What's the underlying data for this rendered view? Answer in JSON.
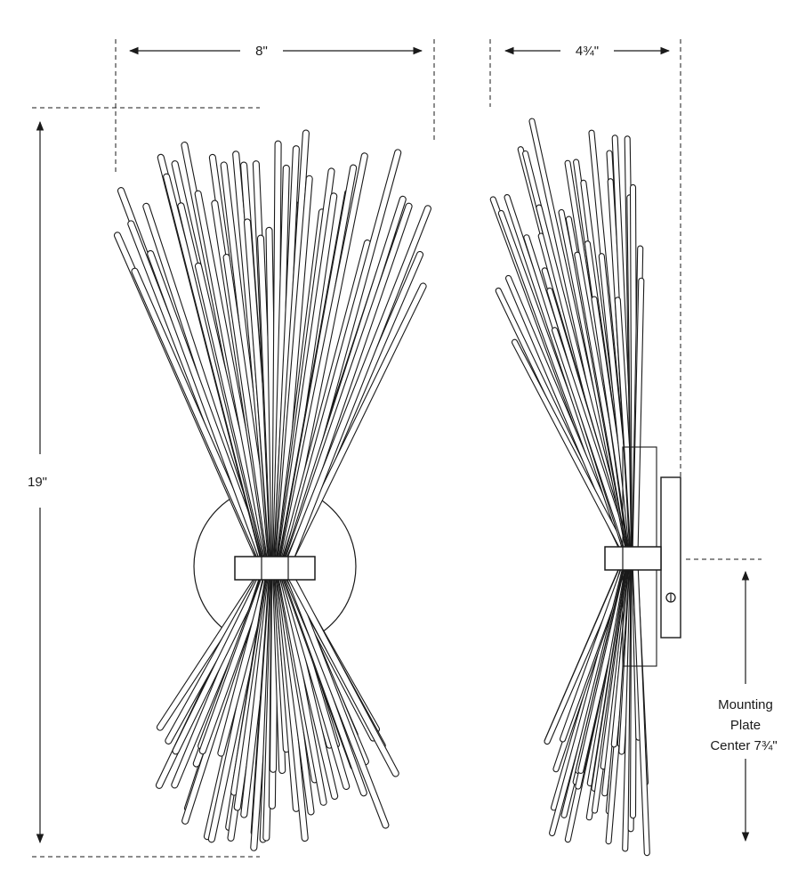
{
  "dimensions": {
    "width": "8\"",
    "depth": "4¾\"",
    "height": "19\""
  },
  "mounting_note": {
    "line1": "Mounting",
    "line2": "Plate",
    "line3": "Center 7¾\""
  },
  "colors": {
    "ink": "#1a1a1a",
    "rod_fill": "#ffffff",
    "background": "#ffffff"
  }
}
